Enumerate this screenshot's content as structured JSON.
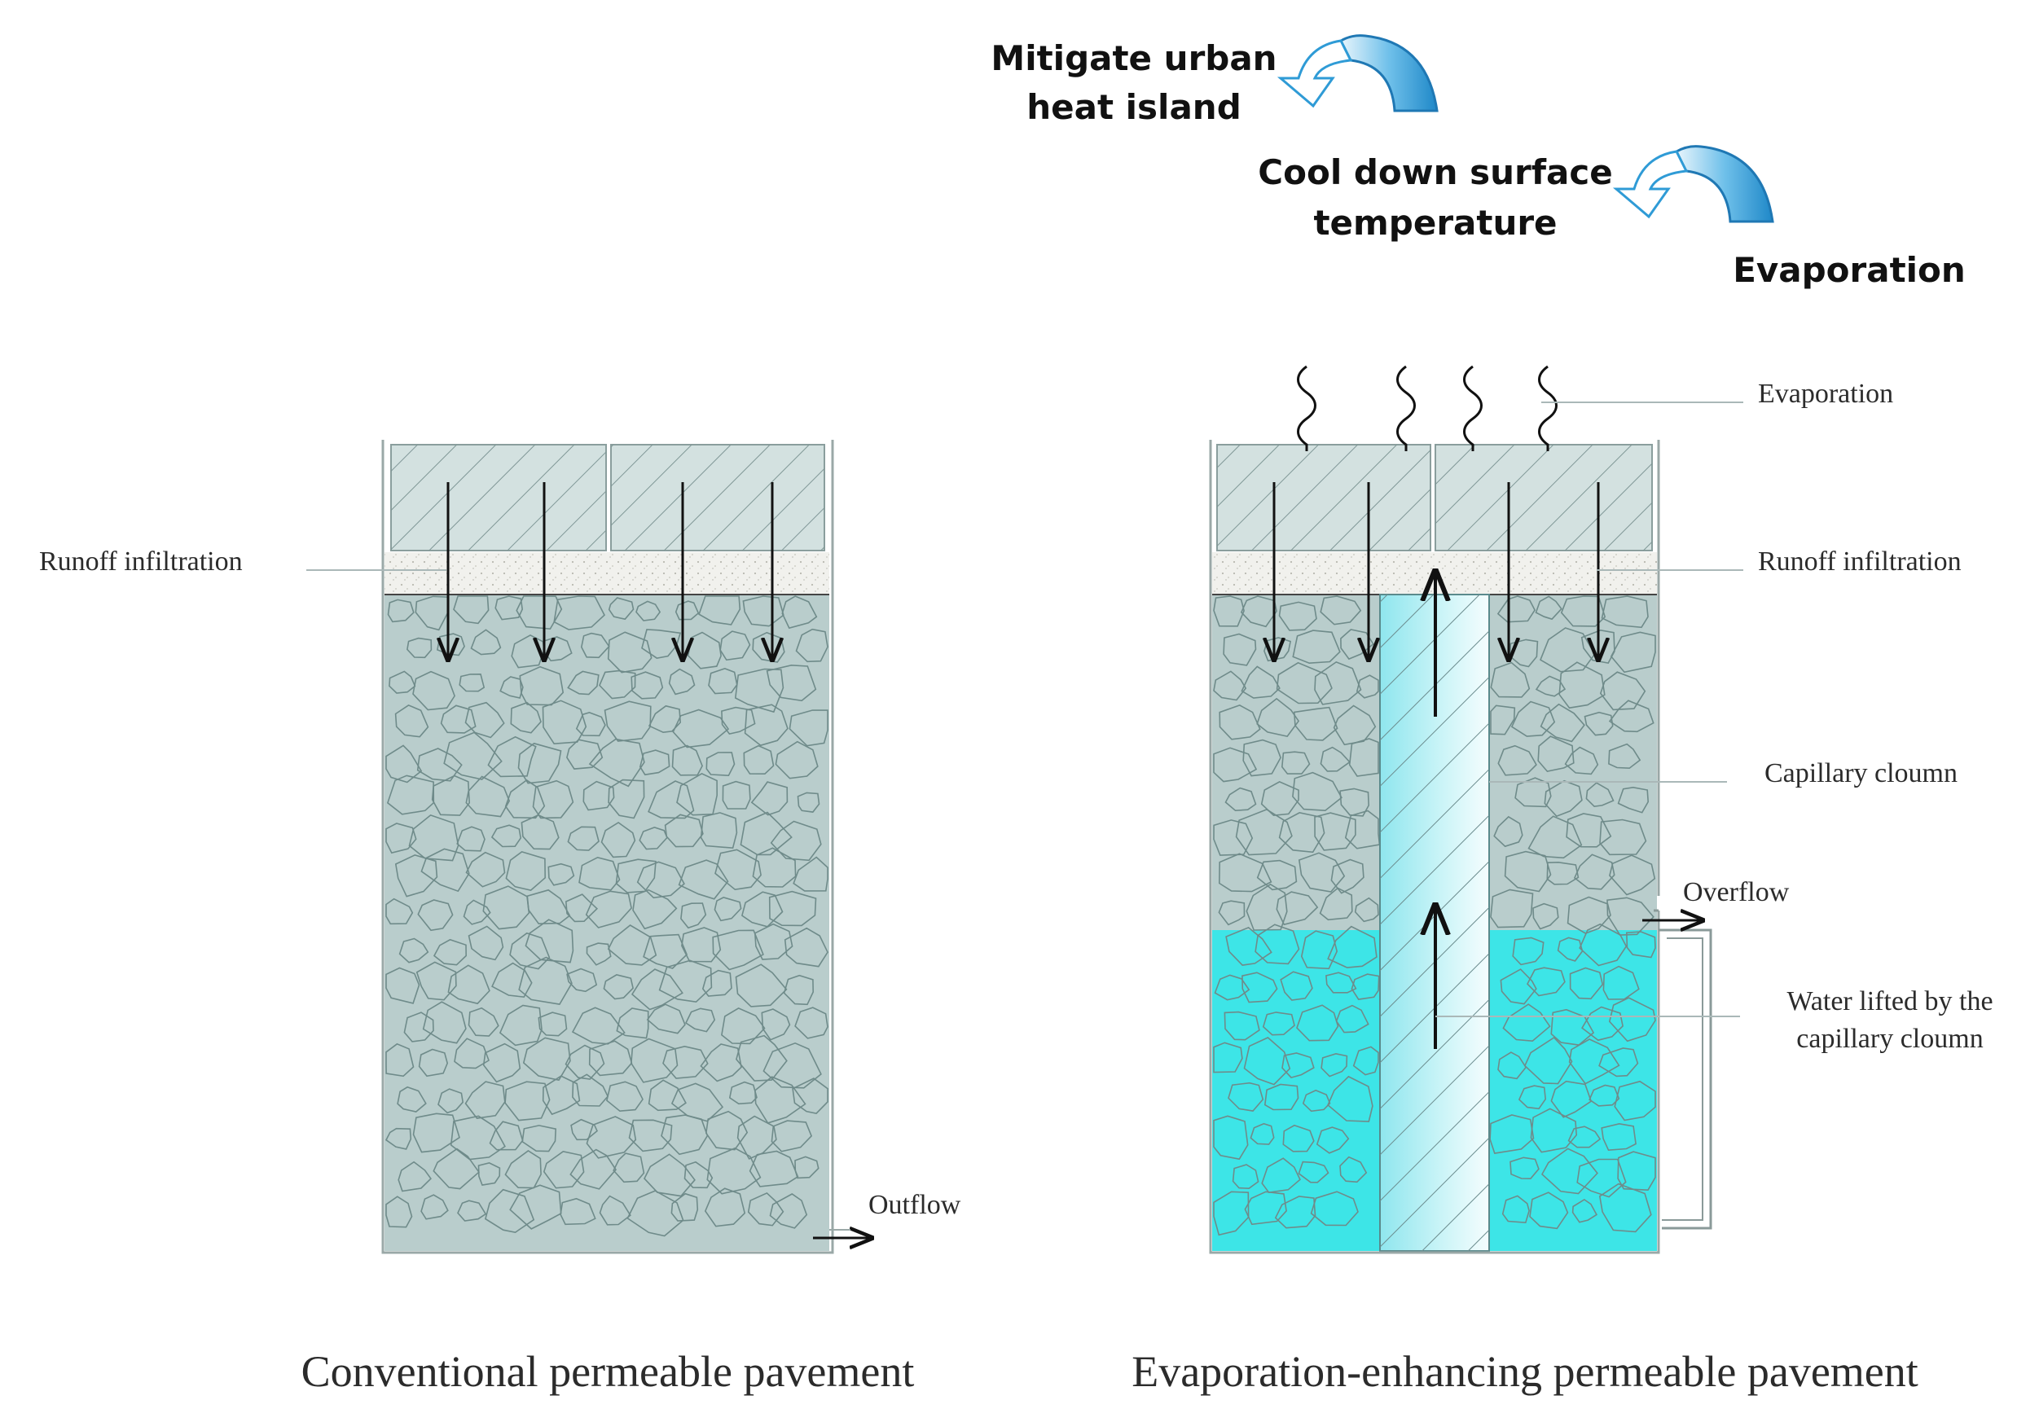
{
  "labels": {
    "mitigate_line1": "Mitigate urban",
    "mitigate_line2": "heat island",
    "cool_line1": "Cool down surface",
    "cool_line2": "temperature",
    "evaporation_heading": "Evaporation",
    "left_runoff": "Runoff  infiltration",
    "left_outflow": "Outflow",
    "right_evaporation": "Evaporation",
    "right_runoff": "Runoff  infiltration",
    "capillary": "Capillary cloumn",
    "overflow": "Overflow",
    "water_line1": "Water lifted by the",
    "water_line2": "capillary cloumn",
    "caption_left": "Conventional permeable pavement",
    "caption_right": "Evaporation-enhancing permeable pavement"
  },
  "colors": {
    "stone": "#b9cdcc",
    "stone_outline": "#86a09f",
    "tile": "#d3e1e0",
    "sand": "#f1f1ed",
    "water": "#3de5e7",
    "column": "#c6f3f5",
    "arrow_blue": "#2f9bd6",
    "ink": "#222222"
  }
}
